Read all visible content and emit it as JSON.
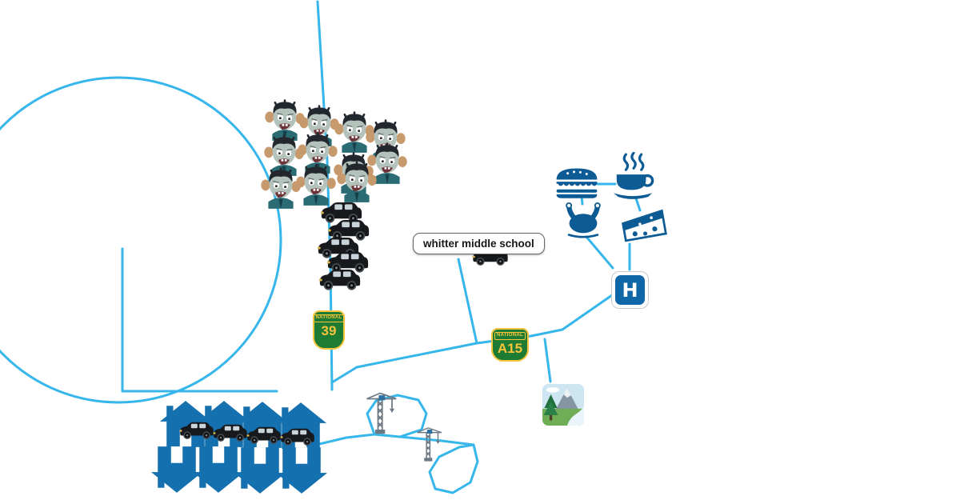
{
  "map": {
    "school_label": "whitter middle school",
    "route_sign_39": {
      "header": "NATIONAL",
      "number": "39"
    },
    "route_sign_a15": {
      "header": "NATIONAL",
      "number": "A15"
    },
    "hospital_letter": "H"
  },
  "icons": {
    "zombie-icon": "zombie face with raised hands",
    "suv-icon": "black SUV car",
    "house-icon": "blue house silhouette",
    "burger-icon": "hamburger",
    "coffee-icon": "steaming coffee cup",
    "turkey-icon": "roast turkey",
    "cheese-icon": "cheese wedge",
    "hospital-icon": "hospital H sign",
    "park-icon": "landscape park photo",
    "crane-icon": "construction tower crane",
    "route-shield-icon": "green national route shield"
  },
  "counts": {
    "zombies": 11,
    "stacked_cars": 5,
    "houses_upright": 4,
    "houses_inverted": 4,
    "driveway_cars": 4,
    "cranes": 2
  },
  "colors": {
    "road": "#36b6ea",
    "sign_green": "#1e7b34",
    "sign_gold": "#f7c53c",
    "house_blue": "#1470ae",
    "food_navy": "#0d5b94",
    "hospital_blue": "#0f67a7"
  }
}
